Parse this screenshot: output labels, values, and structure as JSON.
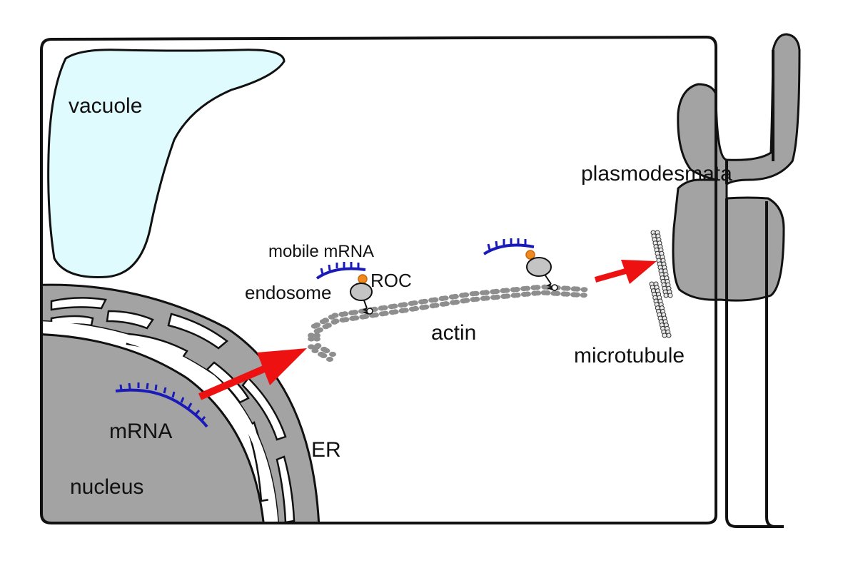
{
  "labels": {
    "vacuole": "vacuole",
    "plasmodesmata": "plasmodesmata",
    "mobile_mrna": "mobile mRNA",
    "roc": "ROC",
    "endosome": "endosome",
    "actin": "actin",
    "microtubule": "microtubule",
    "mrna": "mRNA",
    "er": "ER",
    "nucleus": "nucleus"
  },
  "colors": {
    "cell_wall": "#111111",
    "organelle_gray": "#a3a3a3",
    "vacuole_fill": "#e0fbfd",
    "mrna_blue": "#1a1ab8",
    "arrow_red": "#ee1111",
    "roc_orange": "#f08a1e",
    "endosome_fill": "#c4c4c4",
    "actin_gray": "#8e8e8e"
  }
}
